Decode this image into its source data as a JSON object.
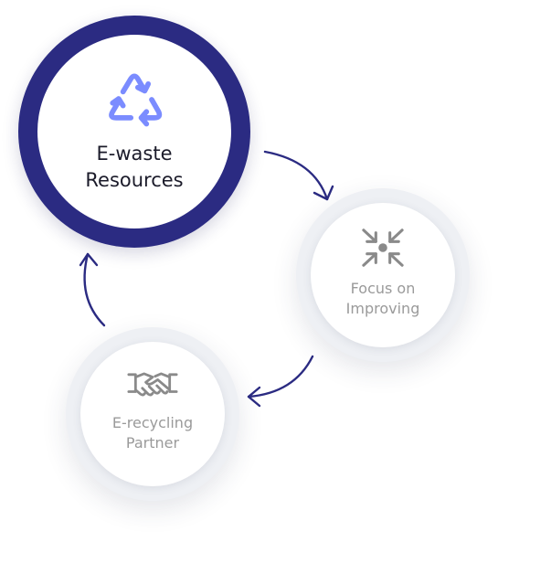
{
  "colors": {
    "accent": "#2b2b82",
    "icon_main": "#7b8cff",
    "icon_muted": "#8a8a8a",
    "label_main": "#1b1b2a",
    "label_muted": "#9a9a9a"
  },
  "nodes": [
    {
      "label": "E-waste Resources",
      "icon": "recycle-icon",
      "active": true
    },
    {
      "label": "Focus on Improving",
      "icon": "focus-arrows-icon",
      "active": false
    },
    {
      "label": "E-recycling Partner",
      "icon": "handshake-icon",
      "active": false
    }
  ]
}
